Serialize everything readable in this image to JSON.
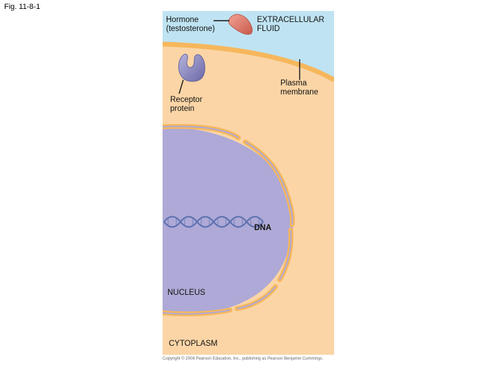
{
  "figure": {
    "label": "Fig. 11-8-1"
  },
  "labels": {
    "hormone": "Hormone\n(testosterone)",
    "extracellular_fluid": "EXTRACELLULAR\nFLUID",
    "plasma_membrane": "Plasma\nmembrane",
    "receptor_protein": "Receptor\nprotein",
    "dna": "DNA",
    "nucleus": "NUCLEUS",
    "cytoplasm": "CYTOPLASM"
  },
  "copyright": "Copyright © 2008 Pearson Education, Inc., publishing as Pearson Benjamin Cummings.",
  "colors": {
    "extracellular": "#bfe3f2",
    "cytoplasm": "#fbd5a6",
    "membrane": "#f6b75c",
    "nucleus": "#aea9d6",
    "nuclear_envelope": "#f6b75c",
    "dna_strand": "#5b6fae",
    "hormone": "#e0786a",
    "receptor": "#8e8cc4"
  }
}
